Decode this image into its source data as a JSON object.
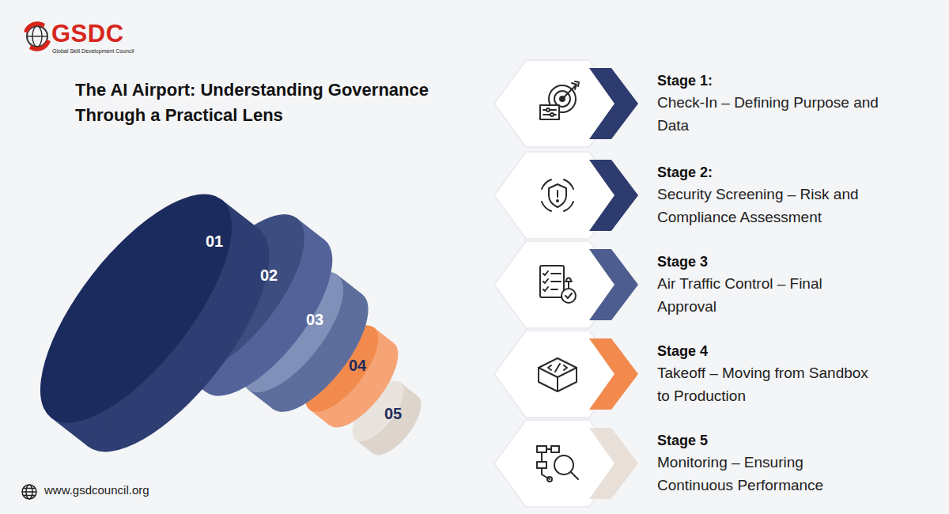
{
  "diagram": {
    "title": "The AI Airport: Understanding Governance Through a Practical Lens",
    "nodes": [
      {
        "text": [
          "01"
        ]
      },
      {
        "text": [
          "02"
        ]
      },
      {
        "text": [
          "03"
        ]
      },
      {
        "text": [
          "04"
        ]
      },
      {
        "text": [
          "05"
        ]
      },
      {
        "text": [
          "Stage 1:",
          "Check-In – Defining Purpose and Data"
        ]
      },
      {
        "text": [
          "Stage 2:",
          "Security Screening – Risk and Compliance Assessment"
        ]
      },
      {
        "text": [
          "Stage 3",
          "Air Traffic Control – Final Approval"
        ]
      },
      {
        "text": [
          "Stage 4",
          "Takeoff – Moving from Sandbox to Production"
        ]
      },
      {
        "text": [
          "Stage 5",
          "Monitoring – Ensuring Continuous Performance"
        ]
      }
    ],
    "labels": [
      "GSDC",
      "Global Skill Development Council",
      "www.gsdcouncil.org"
    ]
  }
}
